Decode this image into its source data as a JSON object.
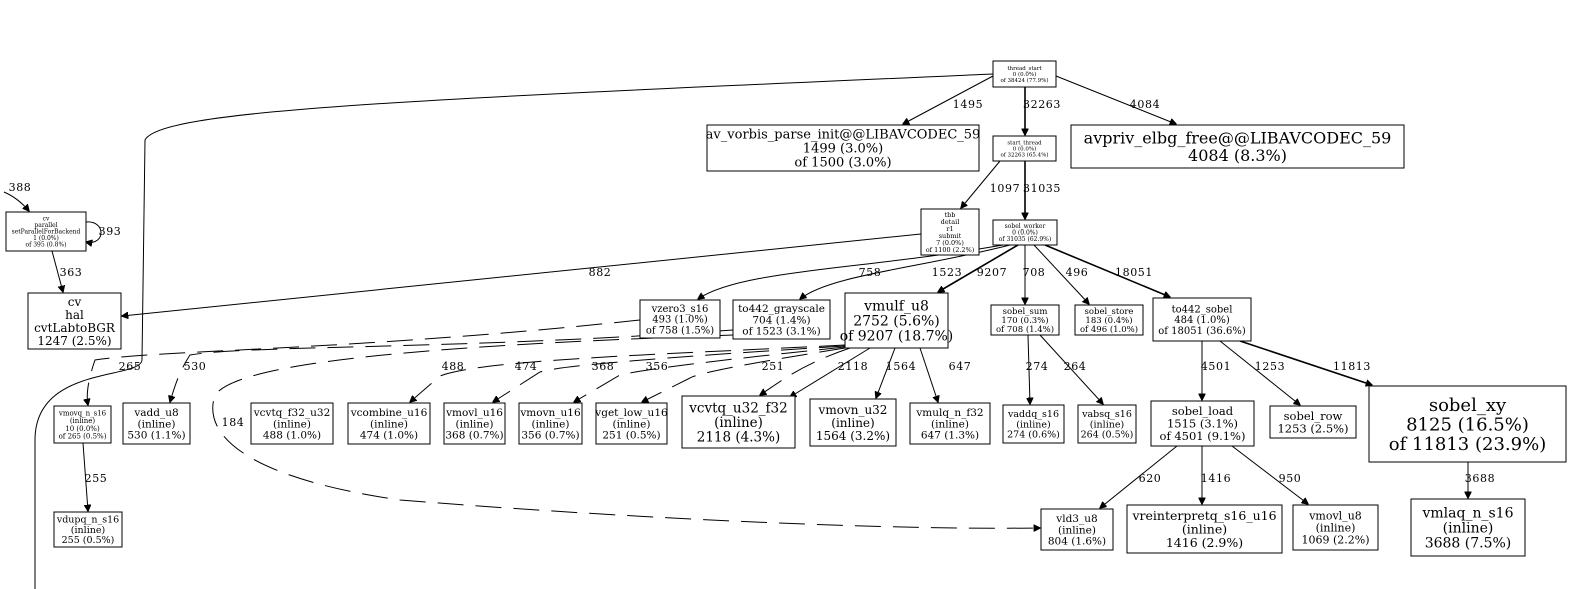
{
  "nodes": [
    {
      "id": "thread_start",
      "lines": [
        "thread_start",
        "0 (0.0%)",
        "of 38424 (77.9%)"
      ]
    },
    {
      "id": "av_vorbis",
      "lines": [
        "av_vorbis_parse_init@@LIBAVCODEC_59",
        "1499 (3.0%)",
        "of 1500 (3.0%)"
      ]
    },
    {
      "id": "start_thread",
      "lines": [
        "start_thread",
        "0 (0.0%)",
        "of 32263 (65.4%)"
      ]
    },
    {
      "id": "avpriv",
      "lines": [
        "avpriv_elbg_free@@LIBAVCODEC_59",
        "4084 (8.3%)"
      ]
    },
    {
      "id": "cv_parallel",
      "lines": [
        "cv",
        "parallel",
        "setParallelForBackend",
        "1 (0.0%)",
        "of 395 (0.8%)"
      ]
    },
    {
      "id": "tbb",
      "lines": [
        "tbb",
        "detail",
        "r1",
        "submit",
        "7 (0.0%)",
        "of 1100 (2.2%)"
      ]
    },
    {
      "id": "sobel_worker",
      "lines": [
        "sobel_worker",
        "0 (0.0%)",
        "of 31035 (62.9%)"
      ]
    },
    {
      "id": "cvtLabtoBGR",
      "lines": [
        "cv",
        "hal",
        "cvtLabtoBGR",
        "1247 (2.5%)"
      ]
    },
    {
      "id": "vzero3",
      "lines": [
        "vzero3_s16",
        "493 (1.0%)",
        "of 758 (1.5%)"
      ]
    },
    {
      "id": "to442_gray",
      "lines": [
        "to442_grayscale",
        "704 (1.4%)",
        "of 1523 (3.1%)"
      ]
    },
    {
      "id": "vmulf",
      "lines": [
        "vmulf_u8",
        "2752 (5.6%)",
        "of 9207 (18.7%)"
      ]
    },
    {
      "id": "sobel_sum",
      "lines": [
        "sobel_sum",
        "170 (0.3%)",
        "of 708 (1.4%)"
      ]
    },
    {
      "id": "sobel_store",
      "lines": [
        "sobel_store",
        "183 (0.4%)",
        "of 496 (1.0%)"
      ]
    },
    {
      "id": "to442_sobel",
      "lines": [
        "to442_sobel",
        "484 (1.0%)",
        "of 18051 (36.6%)"
      ]
    },
    {
      "id": "vmovq",
      "lines": [
        "vmovq_n_s16",
        "(inline)",
        "10 (0.0%)",
        "of 265 (0.5%)"
      ]
    },
    {
      "id": "vadd_u8",
      "lines": [
        "vadd_u8",
        "(inline)",
        "530 (1.1%)"
      ]
    },
    {
      "id": "vcvtq_f32",
      "lines": [
        "vcvtq_f32_u32",
        "(inline)",
        "488 (1.0%)"
      ]
    },
    {
      "id": "vcombine",
      "lines": [
        "vcombine_u16",
        "(inline)",
        "474 (1.0%)"
      ]
    },
    {
      "id": "vmovl_u16",
      "lines": [
        "vmovl_u16",
        "(inline)",
        "368 (0.7%)"
      ]
    },
    {
      "id": "vmovn_u16",
      "lines": [
        "vmovn_u16",
        "(inline)",
        "356 (0.7%)"
      ]
    },
    {
      "id": "vget_low",
      "lines": [
        "vget_low_u16",
        "(inline)",
        "251 (0.5%)"
      ]
    },
    {
      "id": "vcvtq_u32",
      "lines": [
        "vcvtq_u32_f32",
        "(inline)",
        "2118 (4.3%)"
      ]
    },
    {
      "id": "vmovn_u32",
      "lines": [
        "vmovn_u32",
        "(inline)",
        "1564 (3.2%)"
      ]
    },
    {
      "id": "vmulq",
      "lines": [
        "vmulq_n_f32",
        "(inline)",
        "647 (1.3%)"
      ]
    },
    {
      "id": "vaddq",
      "lines": [
        "vaddq_s16",
        "(inline)",
        "274 (0.6%)"
      ]
    },
    {
      "id": "vabsq",
      "lines": [
        "vabsq_s16",
        "(inline)",
        "264 (0.5%)"
      ]
    },
    {
      "id": "sobel_load",
      "lines": [
        "sobel_load",
        "1515 (3.1%)",
        "of 4501 (9.1%)"
      ]
    },
    {
      "id": "sobel_row",
      "lines": [
        "sobel_row",
        "1253 (2.5%)"
      ]
    },
    {
      "id": "sobel_xy",
      "lines": [
        "sobel_xy",
        "8125 (16.5%)",
        "of 11813 (23.9%)"
      ]
    },
    {
      "id": "vdupq",
      "lines": [
        "vdupq_n_s16",
        "(inline)",
        "255 (0.5%)"
      ]
    },
    {
      "id": "vld3",
      "lines": [
        "vld3_u8",
        "(inline)",
        "804 (1.6%)"
      ]
    },
    {
      "id": "vreinterp",
      "lines": [
        "vreinterpretq_s16_u16",
        "(inline)",
        "1416 (2.9%)"
      ]
    },
    {
      "id": "vmovl_u8",
      "lines": [
        "vmovl_u8",
        "(inline)",
        "1069 (2.2%)"
      ]
    },
    {
      "id": "vmlaq",
      "lines": [
        "vmlaq_n_s16",
        "(inline)",
        "3688 (7.5%)"
      ]
    }
  ],
  "edges": [
    {
      "from": "thread_start",
      "to": "av_vorbis",
      "label": "1495"
    },
    {
      "from": "thread_start",
      "to": "start_thread",
      "label": "32263"
    },
    {
      "from": "thread_start",
      "to": "avpriv",
      "label": "4084"
    },
    {
      "from": "start_thread",
      "to": "tbb",
      "label": "1097"
    },
    {
      "from": "start_thread",
      "to": "sobel_worker",
      "label": "31035"
    },
    {
      "from": "external",
      "to": "cv_parallel",
      "label": "388"
    },
    {
      "from": "cv_parallel",
      "to": "cv_parallel",
      "label": "393"
    },
    {
      "from": "cv_parallel",
      "to": "cvtLabtoBGR",
      "label": "363"
    },
    {
      "from": "tbb",
      "to": "cvtLabtoBGR",
      "label": "882"
    },
    {
      "from": "sobel_worker",
      "to": "vzero3",
      "label": "758"
    },
    {
      "from": "sobel_worker",
      "to": "to442_gray",
      "label": "1523"
    },
    {
      "from": "sobel_worker",
      "to": "vmulf",
      "label": "9207"
    },
    {
      "from": "sobel_worker",
      "to": "sobel_sum",
      "label": "708"
    },
    {
      "from": "sobel_worker",
      "to": "sobel_store",
      "label": "496"
    },
    {
      "from": "sobel_worker",
      "to": "to442_sobel",
      "label": "18051"
    },
    {
      "from": "vzero3",
      "to": "vmovq",
      "label": "265"
    },
    {
      "from": "to442_gray",
      "to": "vadd_u8",
      "label": "530"
    },
    {
      "from": "vmulf",
      "to": "vcvtq_f32",
      "label": "488"
    },
    {
      "from": "vmulf",
      "to": "vcombine",
      "label": "474"
    },
    {
      "from": "vmulf",
      "to": "vmovl_u16",
      "label": "368"
    },
    {
      "from": "vmulf",
      "to": "vmovn_u16",
      "label": "356"
    },
    {
      "from": "vmulf",
      "to": "vget_low",
      "label": "251"
    },
    {
      "from": "vmulf",
      "to": "vcvtq_u32",
      "label": "2118"
    },
    {
      "from": "vmulf",
      "to": "vmovn_u32",
      "label": "1564"
    },
    {
      "from": "vmulf",
      "to": "vmulq",
      "label": "647"
    },
    {
      "from": "to442_gray",
      "to": "vld3",
      "label": "184"
    },
    {
      "from": "sobel_sum",
      "to": "vaddq",
      "label": "274"
    },
    {
      "from": "sobel_sum",
      "to": "vabsq",
      "label": "264"
    },
    {
      "from": "to442_sobel",
      "to": "sobel_load",
      "label": "4501"
    },
    {
      "from": "to442_sobel",
      "to": "sobel_row",
      "label": "1253"
    },
    {
      "from": "to442_sobel",
      "to": "sobel_xy",
      "label": "11813"
    },
    {
      "from": "vmovq",
      "to": "vdupq",
      "label": "255"
    },
    {
      "from": "sobel_load",
      "to": "vld3",
      "label": "620"
    },
    {
      "from": "sobel_load",
      "to": "vreinterp",
      "label": "1416"
    },
    {
      "from": "sobel_load",
      "to": "vmovl_u8",
      "label": "950"
    },
    {
      "from": "sobel_xy",
      "to": "vmlaq",
      "label": "3688"
    }
  ]
}
